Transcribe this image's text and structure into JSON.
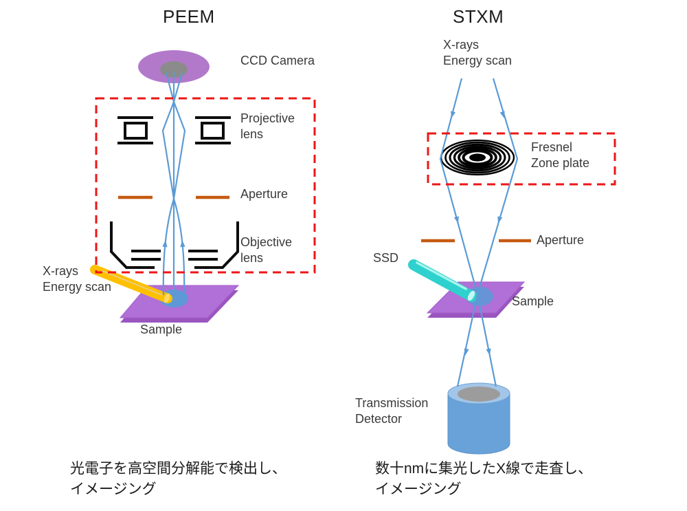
{
  "colors": {
    "beam_blue": "#5B9BD5",
    "highlight_box_red": "#EE1515",
    "aperture_orange": "#C55A11",
    "xray_yellow": "#FFC000",
    "ssd_cyan": "#2ED1CD",
    "sample_purple": "#B16FD8",
    "ccd_purple": "#B279CA",
    "detector_blue": "#68A2D8",
    "sensor_gray": "#8B8B8B",
    "zone_plate_black": "#000000"
  },
  "peem": {
    "title": "PEEM",
    "ccd_label": "CCD Camera",
    "projective_label": {
      "line1": "Projective",
      "line2": "lens"
    },
    "aperture_label": "Aperture",
    "objective_label": {
      "line1": "Objective",
      "line2": "lens"
    },
    "xray_label": {
      "line1": "X-rays",
      "line2": "Energy scan"
    },
    "sample_label": "Sample",
    "caption": {
      "line1": "光電子を高空間分解能で検出し、",
      "line2": "イメージング"
    }
  },
  "stxm": {
    "title": "STXM",
    "xray_label": {
      "line1": "X-rays",
      "line2": "Energy scan"
    },
    "fresnel_label": {
      "line1": "Fresnel",
      "line2": "Zone plate"
    },
    "aperture_label": "Aperture",
    "ssd_label": "SSD",
    "sample_label": "Sample",
    "detector_label": {
      "line1": "Transmission",
      "line2": "Detector"
    },
    "caption": {
      "line1": "数十nmに集光したX線で走査し、",
      "line2": "イメージング"
    }
  }
}
